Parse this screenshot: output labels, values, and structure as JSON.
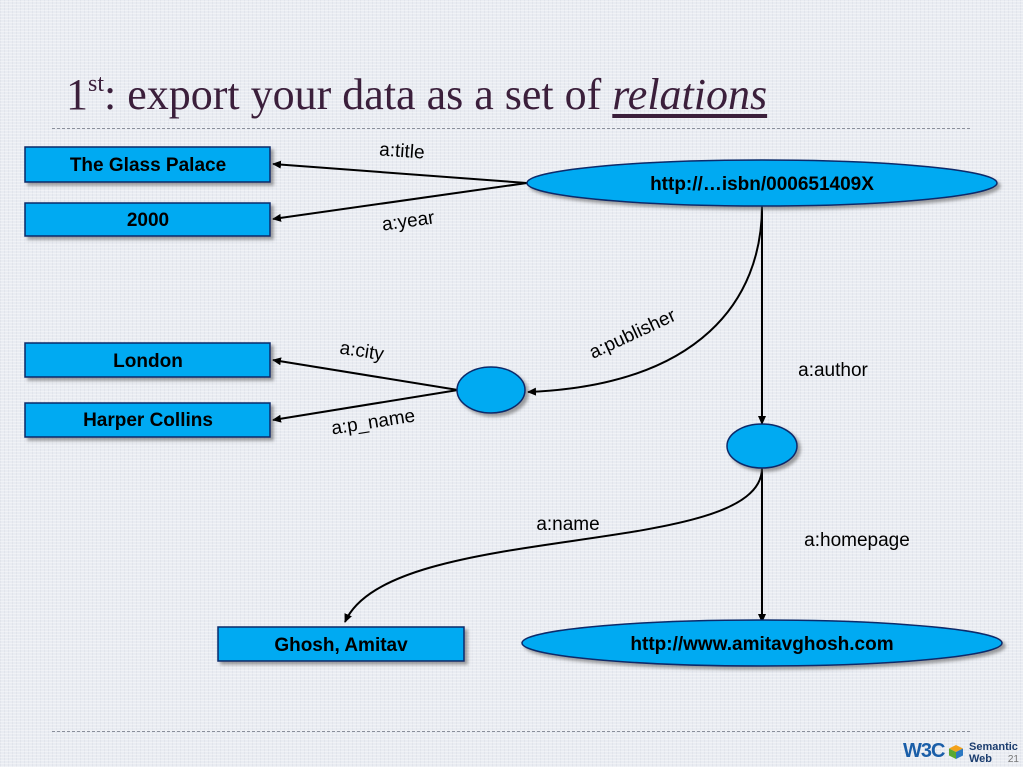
{
  "title": {
    "ordinal": "1",
    "ordinal_suffix": "st",
    "text": ": export your data as a set of ",
    "emphasis": "relations"
  },
  "nodes": {
    "book_uri": "http://…isbn/000651409X",
    "title_value": "The Glass Palace",
    "year_value": "2000",
    "city_value": "London",
    "publisher_name_value": "Harper Collins",
    "author_name_value": "Ghosh, Amitav",
    "homepage_value": "http://www.amitavghosh.com"
  },
  "edges": {
    "title": "a:title",
    "year": "a:year",
    "publisher": "a:publisher",
    "author": "a:author",
    "city": "a:city",
    "p_name": "a:p_name",
    "name": "a:name",
    "homepage": "a:homepage"
  },
  "colors": {
    "node_fill": "#00aaf2",
    "node_stroke": "#0a2a6a",
    "title_text": "#3b1f3b"
  },
  "footer": {
    "logo_w3c": "W3C",
    "logo_semantic": "Semantic",
    "logo_web": "Web",
    "page_number": "21"
  }
}
